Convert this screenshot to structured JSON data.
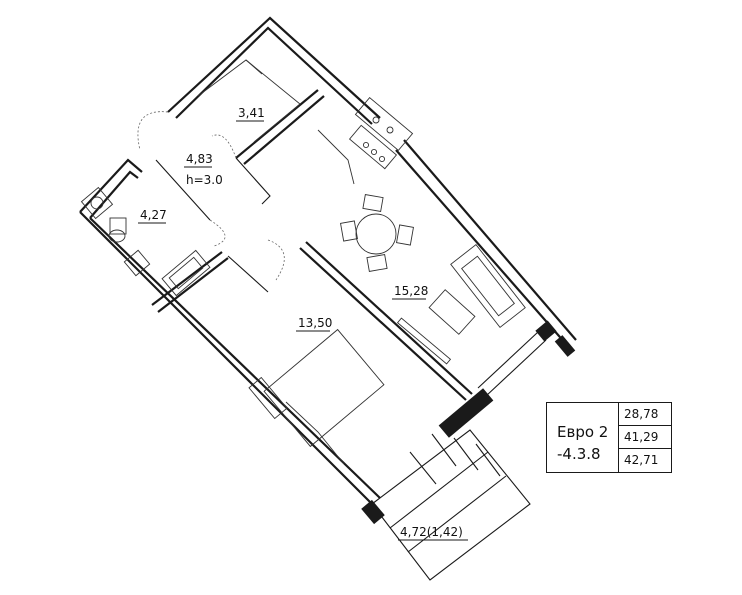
{
  "rooms": {
    "storage": "3,41",
    "hall_area": "4,83",
    "hall_height": "h=3.0",
    "bathroom": "4,27",
    "kitchen_living": "15,28",
    "bedroom": "13,50",
    "balcony": "4,72(1,42)"
  },
  "legend": {
    "type": "Евро 2",
    "code": "-4.3.8",
    "area_living": "28,78",
    "area_total": "41,29",
    "area_with_balcony": "42,71"
  }
}
